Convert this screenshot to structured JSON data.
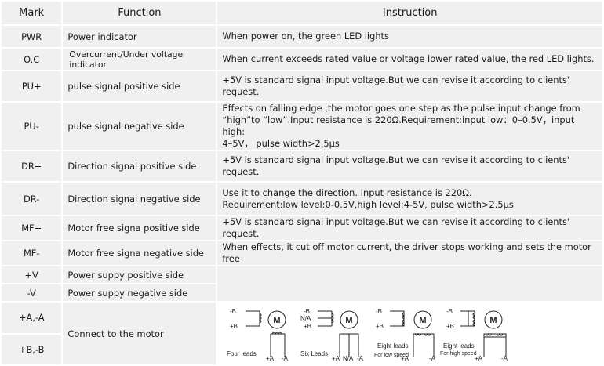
{
  "header": {
    "mark": "Mark",
    "function": "Function",
    "instruction": "Instruction"
  },
  "rows": [
    {
      "mark": "PWR",
      "function": "Power indicator",
      "instruction": [
        "When power on, the green LED lights"
      ]
    },
    {
      "mark": "O.C",
      "function": "Overcurrent/Under voltage indicator",
      "instruction": [
        "When current exceeds rated value or voltage lower rated value, the red LED lights."
      ]
    },
    {
      "mark": "PU+",
      "function": "pulse signal positive side",
      "instruction": [
        "+5V is standard signal input voltage.But we can revise it according to clients' request."
      ]
    },
    {
      "mark": "PU-",
      "function": "pulse signal negative side",
      "instruction": [
        "Effects on falling edge ,the motor goes one step as the pulse input change from",
        "“high”to “low”.Input resistance is 220Ω.Requirement:input low：0–0.5V，input high:",
        "4–5V， pulse width>2.5μs"
      ]
    },
    {
      "mark": "DR+",
      "function": "Direction signal positive side",
      "instruction": [
        "+5V is standard signal input voltage.But we can revise it according to clients' request."
      ]
    },
    {
      "mark": "DR-",
      "function": "Direction signal negative side",
      "instruction": [
        "Use it to change the direction. Input resistance is 220Ω.",
        "Requirement:low level:0-0.5V,high level:4-5V, pulse width>2.5μs"
      ]
    },
    {
      "mark": "MF+",
      "function": "Motor free signa positive side",
      "instruction": [
        "+5V is standard signal input voltage.But we can revise it according to clients' request."
      ]
    },
    {
      "mark": "MF-",
      "function": "Motor free signa negative side",
      "instruction": [
        "When effects, it cut off motor current, the driver stops working and sets the motor free"
      ]
    },
    {
      "mark": "+V",
      "function": "Power suppy positive side",
      "instruction": []
    },
    {
      "mark": "-V",
      "function": "Power suppy negative side",
      "instruction": []
    }
  ],
  "motor": {
    "marks": [
      "+A,-A",
      "+B,-B"
    ],
    "function": "Connect to the motor",
    "diagrams": {
      "four": {
        "caption": "Four leads",
        "labels": [
          "-B",
          "+B",
          "+A",
          "-A"
        ],
        "motor": "M"
      },
      "six": {
        "caption": "Six Leads",
        "labels": [
          "-B",
          "N/A",
          "+B",
          "+A",
          "N/A",
          "-A"
        ],
        "motor": "M"
      },
      "eight_low": {
        "caption": "Eight leads",
        "subcaption": "For low speed",
        "labels": [
          "-B",
          "+B",
          "+A",
          "-A"
        ],
        "motor": "M"
      },
      "eight_high": {
        "caption": "Eight leads",
        "subcaption": "For high speed",
        "labels": [
          "-B",
          "+B",
          "+A",
          "-A"
        ],
        "motor": "M"
      }
    }
  }
}
